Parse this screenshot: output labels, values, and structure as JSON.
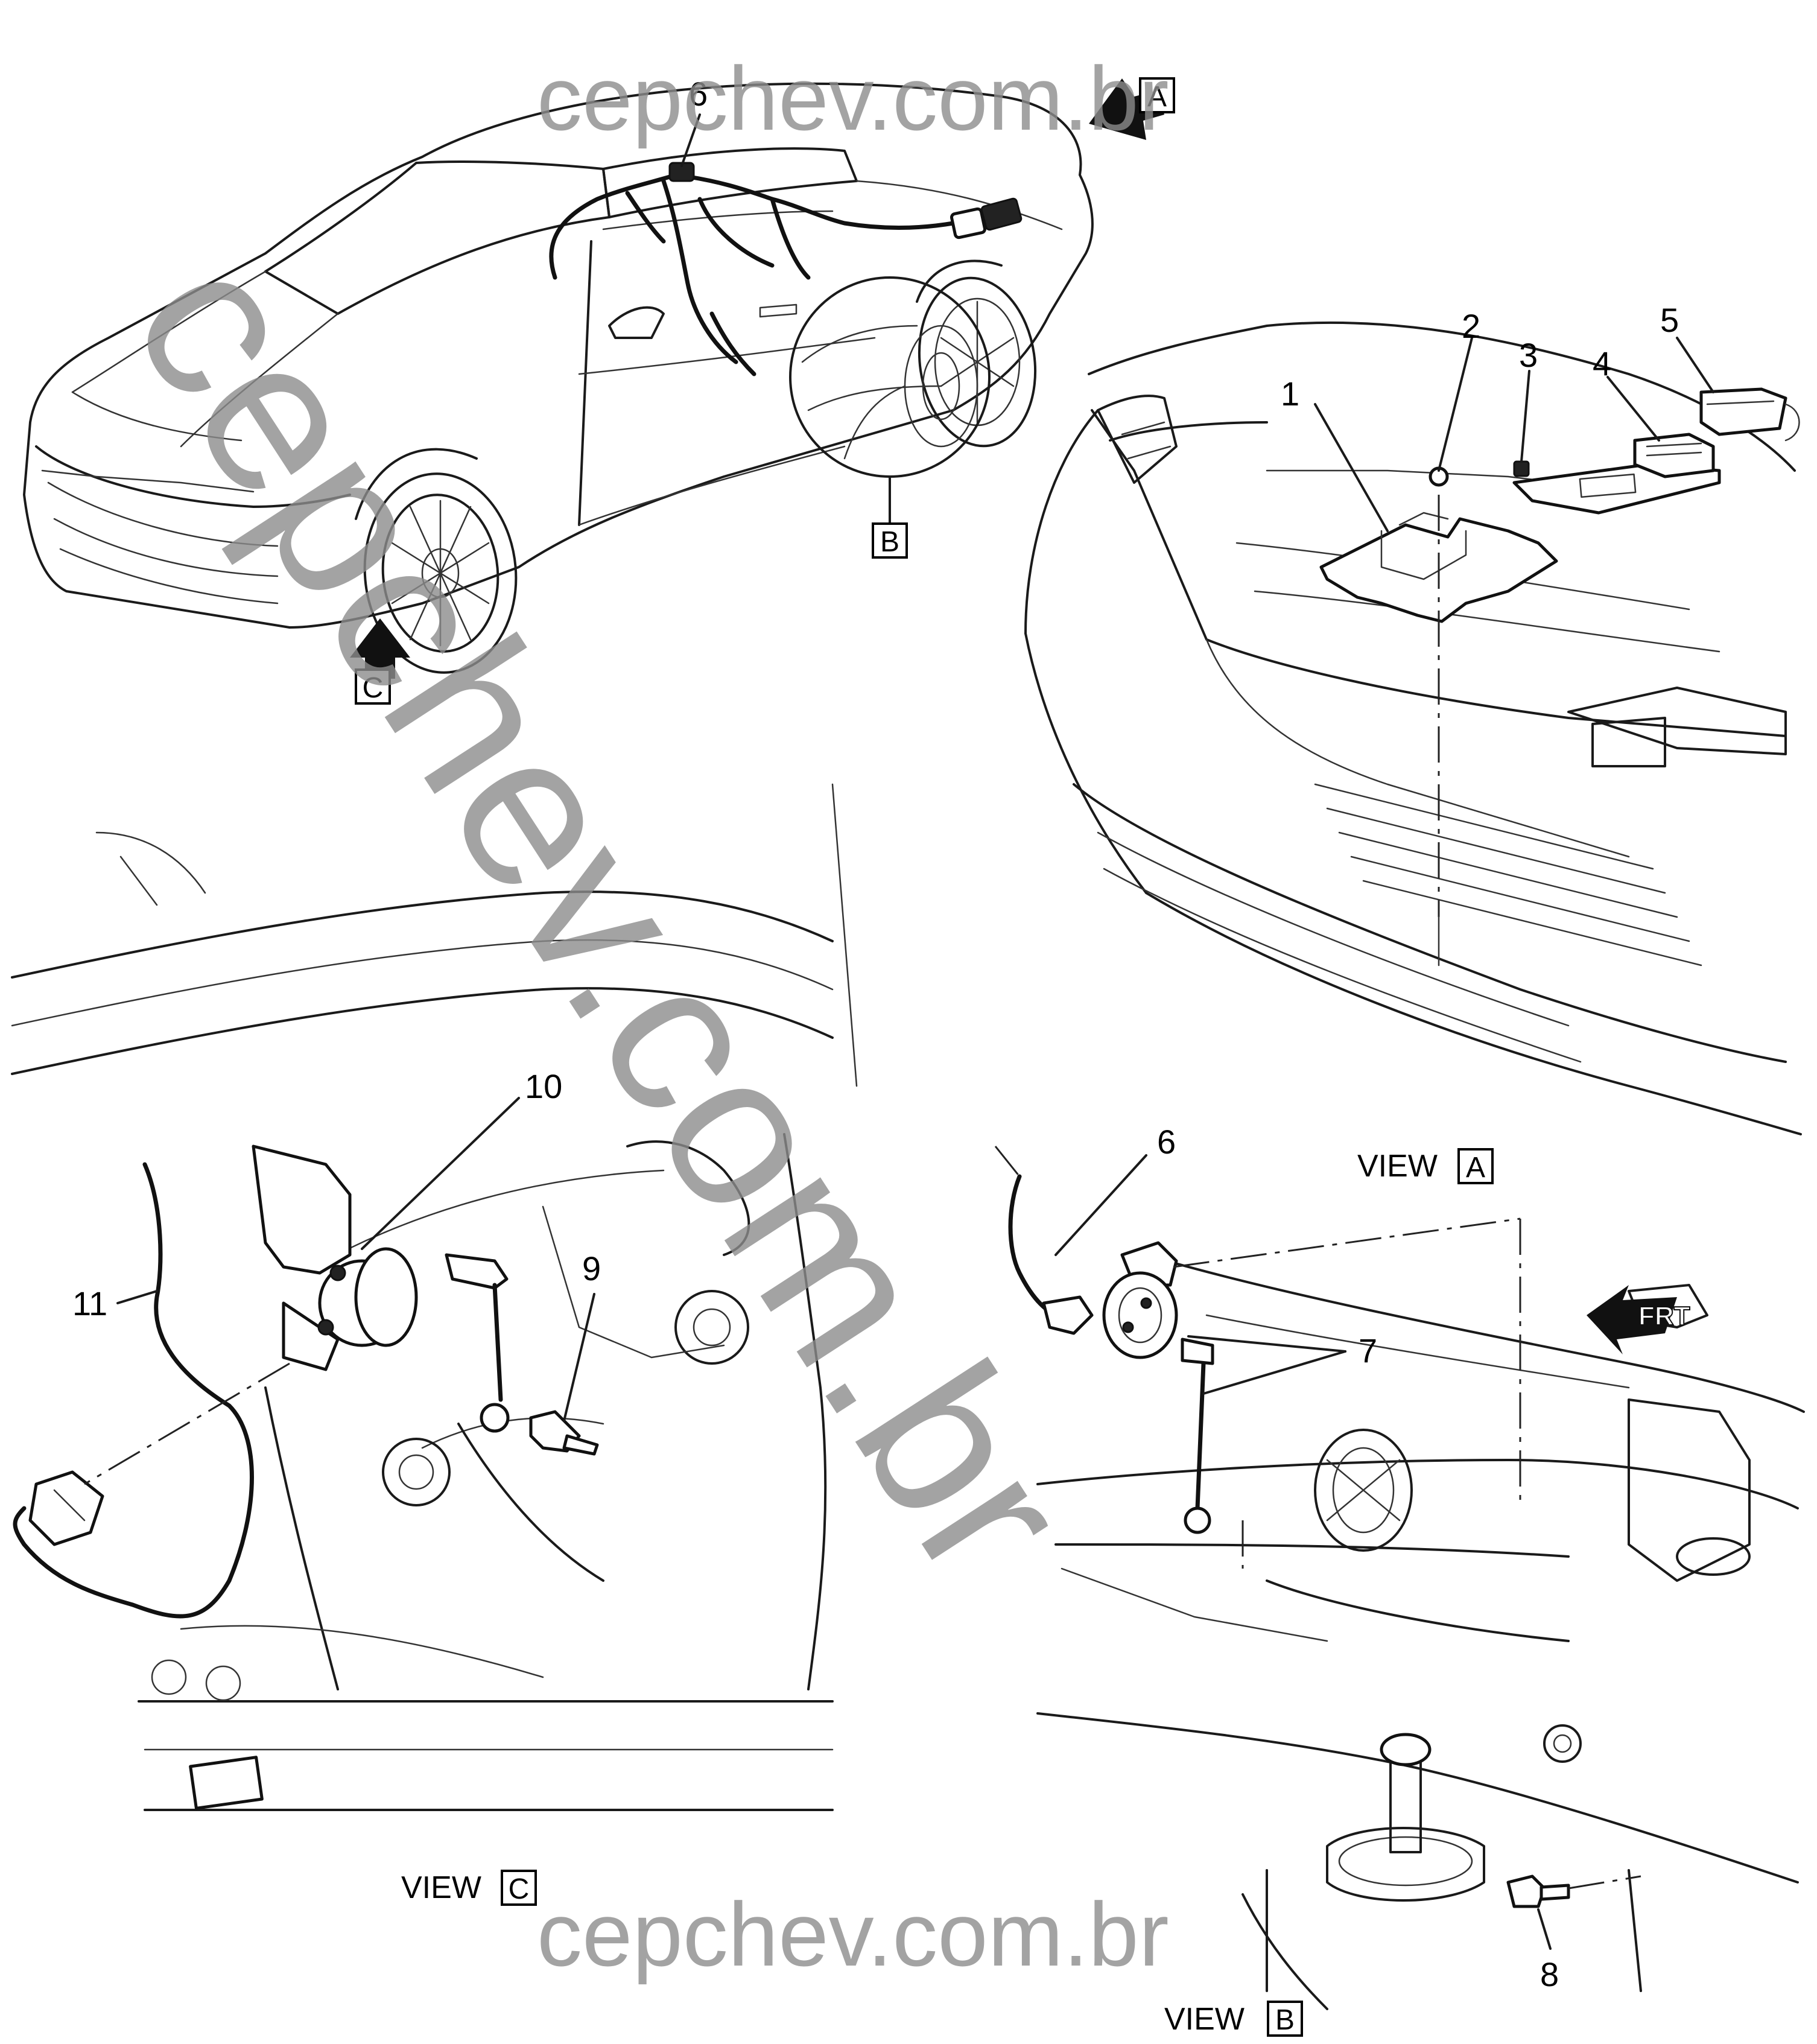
{
  "watermarks": {
    "top": "cepchev.com.br",
    "bottom": "cepchev.com.br",
    "diagonal": "cepchev.com.br"
  },
  "callouts": {
    "c1": "1",
    "c2": "2",
    "c3": "3",
    "c4": "4",
    "c5": "5",
    "c6_car": "6",
    "c6_viewb": "6",
    "c7": "7",
    "c8": "8",
    "c9": "9",
    "c10": "10",
    "c11": "11"
  },
  "view_refs": {
    "a_box": "A",
    "b_box": "B",
    "c_box": "C"
  },
  "views": {
    "view_a_label": "VIEW",
    "view_a_box": "A",
    "view_b_label": "VIEW",
    "view_b_box": "B",
    "view_c_label": "VIEW",
    "view_c_box": "C"
  },
  "front_arrow": "FRT",
  "icons": [
    "view-arrow-a-icon",
    "view-arrow-c-icon",
    "front-arrow-icon"
  ]
}
